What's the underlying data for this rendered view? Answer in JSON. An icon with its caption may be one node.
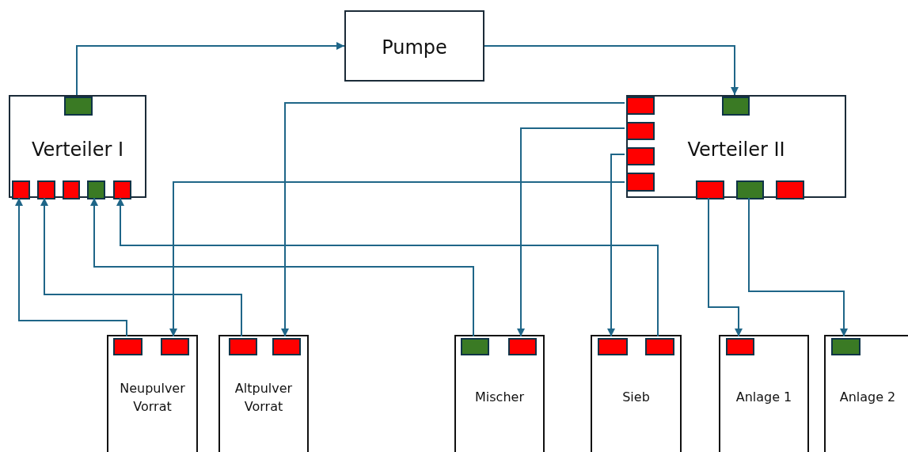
{
  "diagram": {
    "nodes": [
      {
        "text": [
          "Pumpe"
        ]
      },
      {
        "text": [
          "Verteiler I"
        ]
      },
      {
        "text": [],
        "shape": "box",
        "in": 1
      },
      {
        "text": [],
        "shape": "box",
        "in": 1
      },
      {
        "text": [],
        "shape": "box",
        "in": 1
      },
      {
        "text": [],
        "shape": "box",
        "in": 1
      },
      {
        "text": [],
        "shape": "box",
        "in": 1
      },
      {
        "text": [],
        "shape": "box",
        "in": 1
      },
      {
        "text": [
          "Verteiler II"
        ]
      },
      {
        "text": [],
        "shape": "box",
        "in": 8
      },
      {
        "text": [],
        "shape": "box",
        "in": 8
      },
      {
        "text": [],
        "shape": "box",
        "in": 8
      },
      {
        "text": [],
        "shape": "box",
        "in": 8
      },
      {
        "text": [],
        "shape": "box",
        "in": 8
      },
      {
        "text": [],
        "shape": "box",
        "in": 8
      },
      {
        "text": [],
        "shape": "box",
        "in": 8
      },
      {
        "text": [],
        "shape": "box",
        "in": 8
      },
      {
        "text": [
          "Neupulver Vorrat"
        ]
      },
      {
        "text": [],
        "shape": "box",
        "in": 17
      },
      {
        "text": [],
        "shape": "box",
        "in": 17
      },
      {
        "text": [
          "Altpulver Vorrat"
        ]
      },
      {
        "text": [],
        "shape": "box",
        "in": 20
      },
      {
        "text": [],
        "shape": "box",
        "in": 20
      },
      {
        "text": [
          "Mischer"
        ]
      },
      {
        "text": [],
        "shape": "box",
        "in": 23
      },
      {
        "text": [],
        "shape": "box",
        "in": 23
      },
      {
        "text": [
          "Sieb"
        ]
      },
      {
        "text": [],
        "shape": "box",
        "in": 26
      },
      {
        "text": [],
        "shape": "box",
        "in": 26
      },
      {
        "text": [
          "Anlage 1"
        ]
      },
      {
        "text": [],
        "shape": "box",
        "in": 29
      },
      {
        "text": [
          "Anlage 2"
        ]
      },
      {
        "text": [],
        "shape": "box",
        "in": 31
      }
    ],
    "edges": [
      {
        "from": 2,
        "to": 0,
        "arrow": "to"
      },
      {
        "from": 0,
        "to": 9,
        "arrow": "to"
      },
      {
        "from": 10,
        "to": 22,
        "arrow": "to"
      },
      {
        "from": 11,
        "to": 25,
        "arrow": "to"
      },
      {
        "from": 12,
        "to": 27,
        "arrow": "to"
      },
      {
        "from": 13,
        "to": 19,
        "arrow": "to"
      },
      {
        "from": 18,
        "to": 3,
        "arrow": "to"
      },
      {
        "from": 21,
        "to": 4,
        "arrow": "to"
      },
      {
        "from": 24,
        "to": 6,
        "arrow": "to"
      },
      {
        "from": 28,
        "to": 7,
        "arrow": "to"
      },
      {
        "from": 14,
        "to": 30,
        "arrow": "to"
      },
      {
        "from": 15,
        "to": 32,
        "arrow": "to"
      }
    ]
  }
}
